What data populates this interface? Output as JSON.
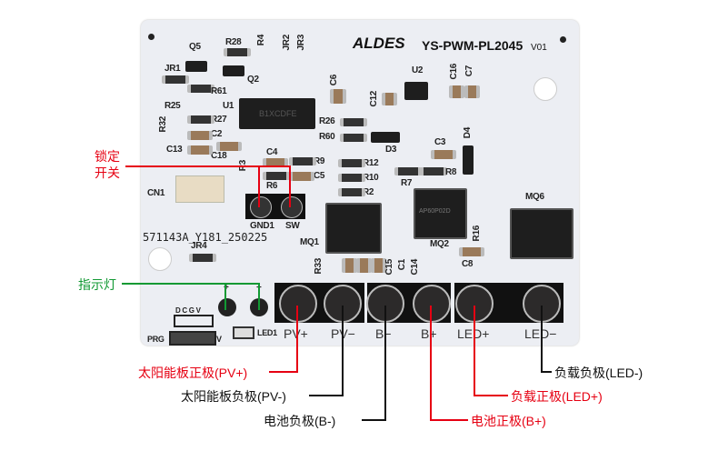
{
  "board": {
    "brand": "ALDES",
    "model": "YS-PWM-PL2045",
    "version": "V01",
    "serial": "571143A_Y181_250225"
  },
  "silkscreen": {
    "Q5": "Q5",
    "R28": "R28",
    "R4": "R4",
    "JR2": "JR2",
    "JR3": "JR3",
    "JR1": "JR1",
    "R61": "R61",
    "Q2": "Q2",
    "R25": "R25",
    "U1": "U1",
    "R27": "R27",
    "R32": "R32",
    "C2": "C2",
    "C13": "C13",
    "C18": "C18",
    "C6": "C6",
    "R26": "R26",
    "R60": "R60",
    "C4": "C4",
    "R9": "R9",
    "R3": "R3",
    "C5": "C5",
    "R6": "R6",
    "CN1": "CN1",
    "GND1": "GND1",
    "SW": "SW",
    "U2": "U2",
    "C16": "C16",
    "C7": "C7",
    "C12": "C12",
    "D3": "D3",
    "D4": "D4",
    "C3": "C3",
    "R12": "R12",
    "R10": "R10",
    "R2": "R2",
    "R8": "R8",
    "R7": "R7",
    "MQ1": "MQ1",
    "MQ2": "MQ2",
    "MQ6": "MQ6",
    "R16": "R16",
    "C8": "C8",
    "JR4": "JR4",
    "R33": "R33",
    "C15": "C15",
    "C1": "C1",
    "C14": "C14",
    "LED1": "LED1",
    "PRG": "PRG",
    "DCGV": "D C G V",
    "V": "V",
    "plus": "+",
    "minus": "−",
    "chip_u1": "B1XCDFE",
    "mos": "AP60P02D"
  },
  "pads": [
    "PV+",
    "PV−",
    "B−",
    "B+",
    "LED+",
    "LED−"
  ],
  "annotations": {
    "lock_switch": "锁定\n开关",
    "lock_switch_1": "锁定",
    "lock_switch_2": "开关",
    "indicator": "指示灯",
    "pv_pos": "太阳能板正极(PV+)",
    "pv_neg": "太阳能板负极(PV-)",
    "b_neg": "电池负极(B-)",
    "b_pos": "电池正极(B+)",
    "led_pos": "负载正极(LED+)",
    "led_neg": "负载负极(LED-)"
  },
  "colors": {
    "red": "#e60012",
    "green": "#119933",
    "black": "#111111"
  }
}
